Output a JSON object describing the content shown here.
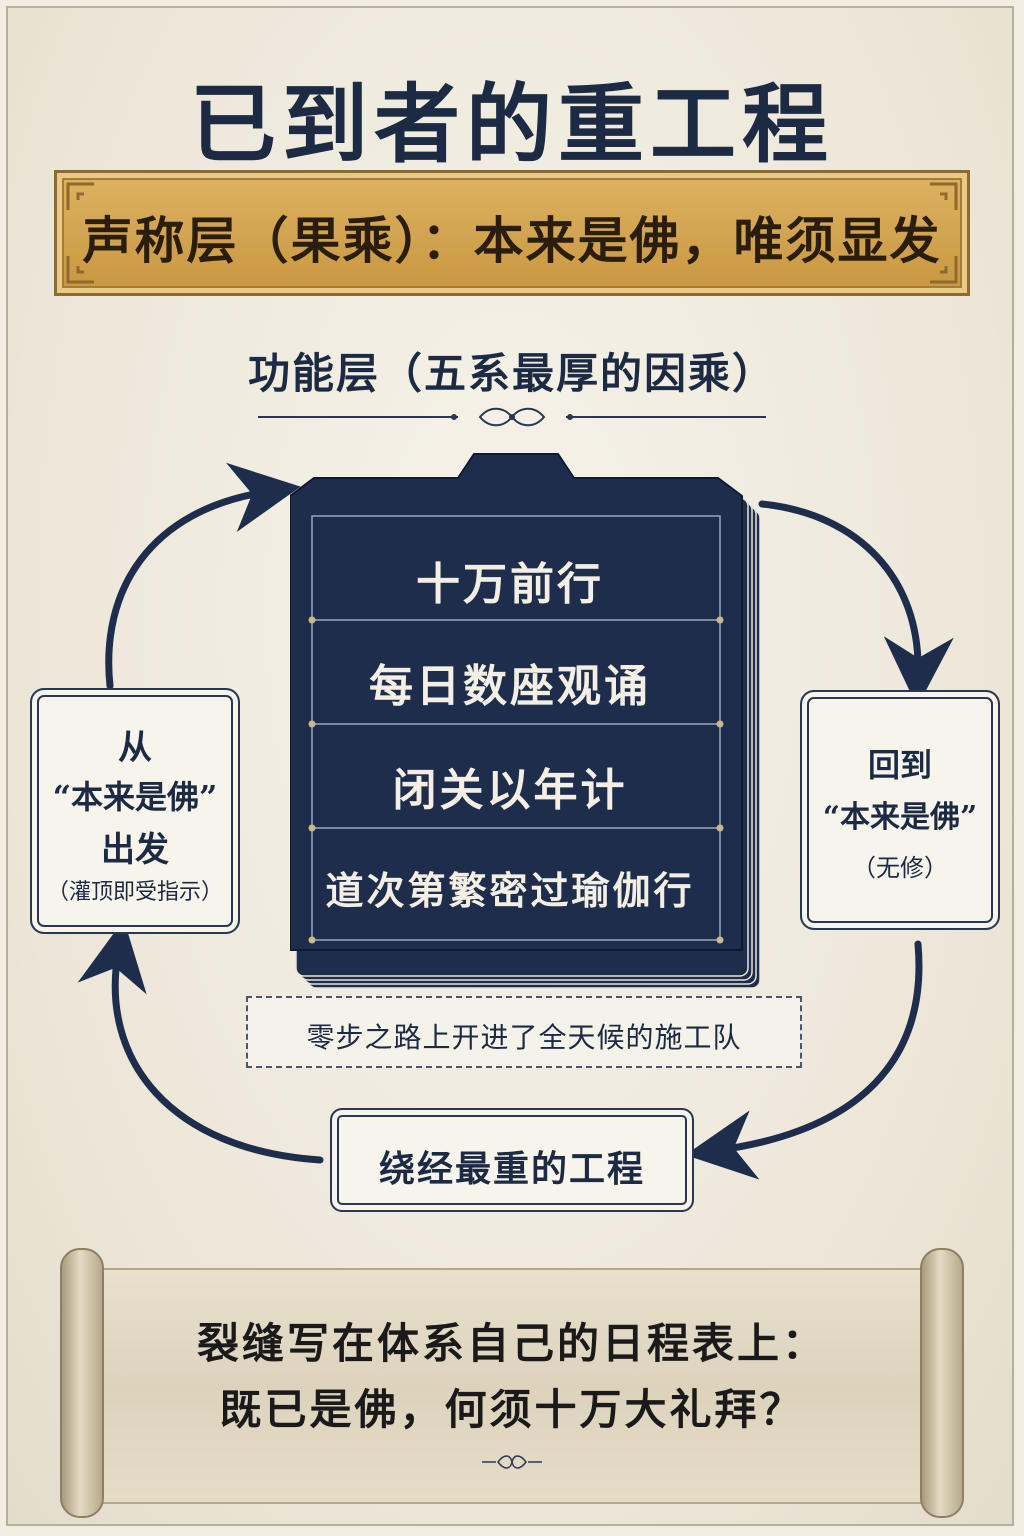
{
  "title": "已到者的重工程",
  "claim_layer": "声称层（果乘）：本来是佛，唯须显发",
  "functional_layer_title": "功能层（五系最厚的因乘）",
  "practices": [
    "十万前行",
    "每日数座观诵",
    "闭关以年计",
    "道次第繁密过瑜伽行"
  ],
  "left_box": {
    "line1": "从",
    "line2": "“本来是佛”",
    "line3": "出发",
    "line4": "（灌顶即受指示）"
  },
  "right_box": {
    "line1": "回到",
    "line2": "“本来是佛”",
    "line3": "（无修）"
  },
  "note": "零步之路上开进了全天候的施工队",
  "bottom_box": "绕经最重的工程",
  "scroll": {
    "line1": "裂缝写在体系自己的日程表上：",
    "line2": "既已是佛，何须十万大礼拜？"
  },
  "colors": {
    "navy": "#1f2d4c",
    "gold": "#c8963f",
    "paper": "#f1ede3"
  }
}
